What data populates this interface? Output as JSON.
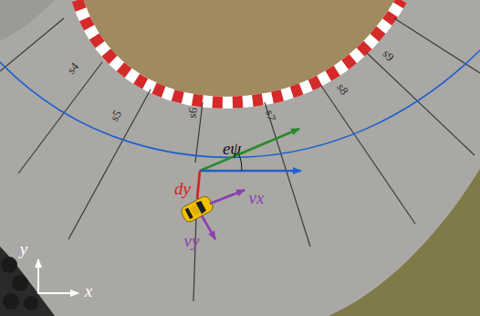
{
  "diagram": {
    "labels": [
      "s4",
      "s5",
      "s6",
      "s7",
      "s8",
      "s9",
      "eψ",
      "dy",
      "vx",
      "vy",
      "y",
      "x"
    ]
  }
}
